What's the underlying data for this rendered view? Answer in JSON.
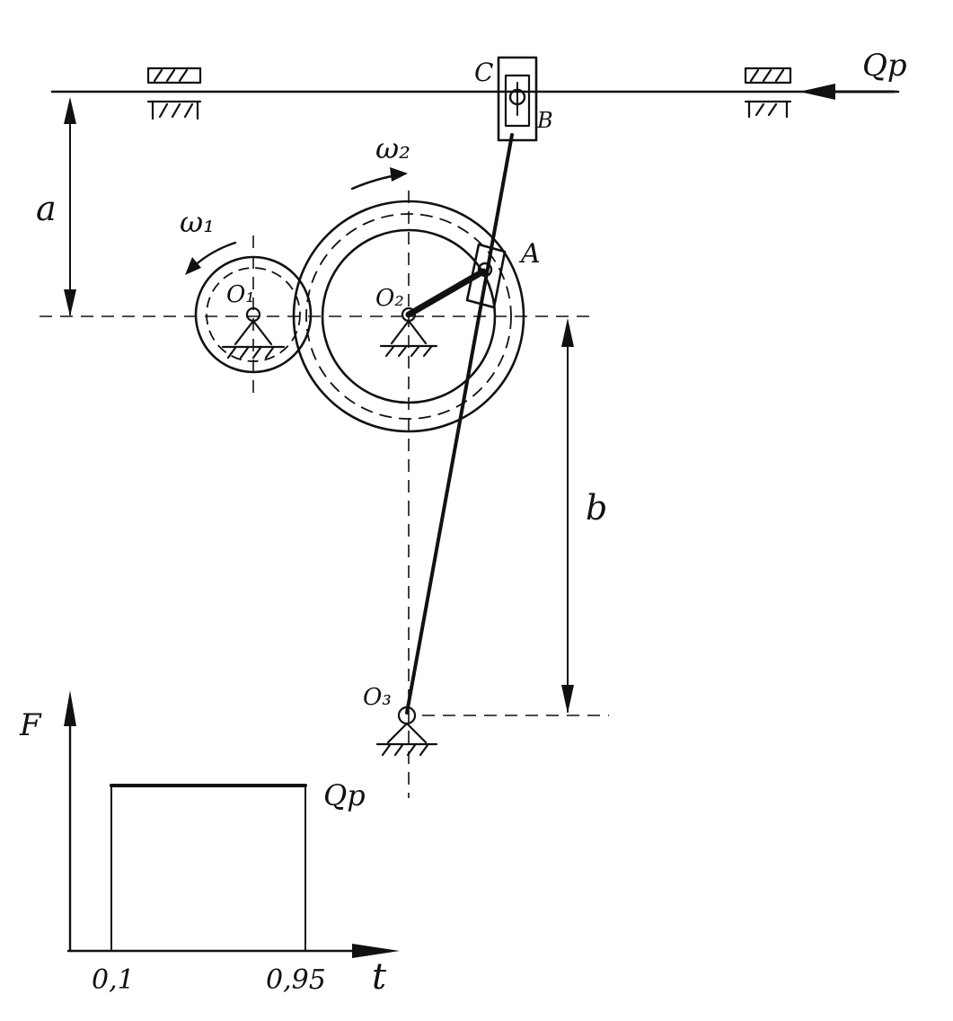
{
  "labels": {
    "point_c": "C",
    "point_b": "B",
    "point_a": "A",
    "pivot_o1": "O₁",
    "pivot_o2": "O₂",
    "pivot_o3": "O₃",
    "omega1": "ω₁",
    "omega2": "ω₂",
    "force_qp_top": "Qp",
    "dim_a": "a",
    "dim_b": "b"
  },
  "force_plot": {
    "y_axis_label": "F",
    "x_axis_label": "t",
    "level_label": "Qp",
    "start_label": "0,1",
    "end_label": "0,95"
  },
  "colors": {
    "ink": "#111111",
    "paper": "#ffffff"
  }
}
